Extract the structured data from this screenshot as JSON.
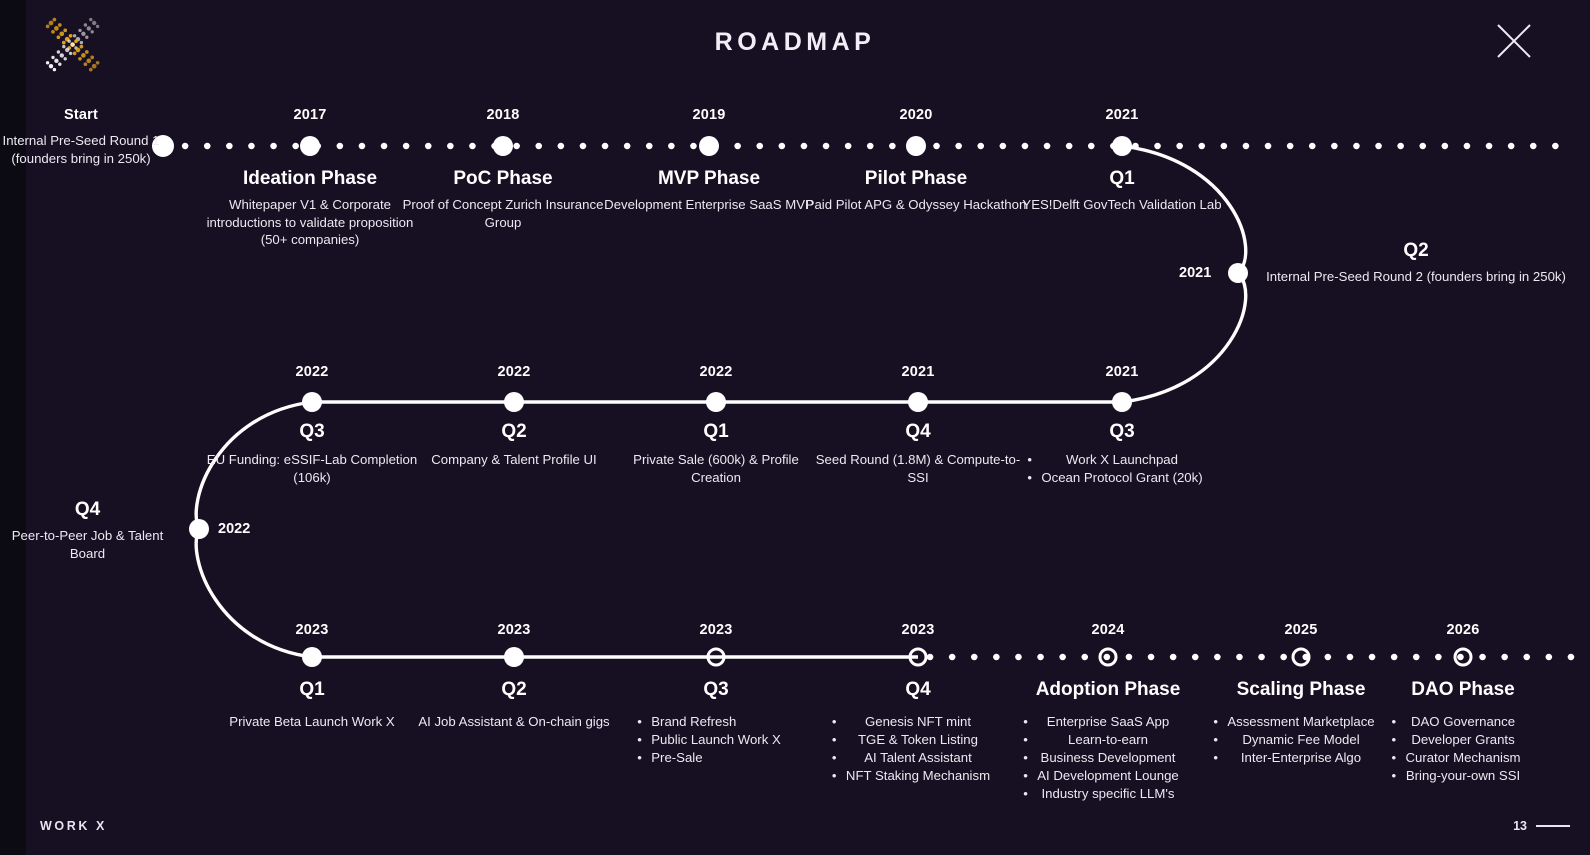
{
  "header": {
    "title": "ROADMAP",
    "logo_name": "work-x-halftone-x-logo",
    "close_label": "close-icon"
  },
  "footer": {
    "brand": "WORK X",
    "page_number": "13"
  },
  "colors": {
    "background": "#170f22",
    "edge_strip": "#0c0a12",
    "text": "#ffffff",
    "body_text": "#ece9f2",
    "line": "#ffffff",
    "logo_gold": "#e8a81c",
    "logo_white": "#ffffff"
  },
  "rows": {
    "row1": {
      "line_style": "dotted",
      "milestones": [
        {
          "year": "Start",
          "heading": "",
          "body": "Internal Pre-Seed Round 1 (founders bring in 250k)",
          "node": "filled"
        },
        {
          "year": "2017",
          "heading": "Ideation Phase",
          "body": "Whitepaper V1 & Corporate introductions to validate proposition (50+ companies)",
          "node": "filled"
        },
        {
          "year": "2018",
          "heading": "PoC Phase",
          "body": "Proof of Concept Zurich Insurance Group",
          "node": "filled"
        },
        {
          "year": "2019",
          "heading": "MVP Phase",
          "body": "Development Enterprise SaaS MVP",
          "node": "filled"
        },
        {
          "year": "2020",
          "heading": "Pilot Phase",
          "body": "Paid Pilot APG & Odyssey Hackathon",
          "node": "filled"
        },
        {
          "year": "2021",
          "heading": "Q1",
          "body": "YES!Delft GovTech Validation Lab",
          "node": "filled"
        }
      ]
    },
    "connector_right": {
      "year": "2021",
      "heading": "Q2",
      "body": "Internal Pre-Seed Round 2 (founders bring in 250k)",
      "node": "filled"
    },
    "row2": {
      "line_style": "solid",
      "milestones": [
        {
          "year": "2022",
          "heading": "Q3",
          "body": "EU Funding: eSSIF-Lab Completion (106k)",
          "node": "filled"
        },
        {
          "year": "2022",
          "heading": "Q2",
          "body": "Company & Talent Profile UI",
          "node": "filled"
        },
        {
          "year": "2022",
          "heading": "Q1",
          "body": "Private Sale (600k) & Profile Creation",
          "node": "filled"
        },
        {
          "year": "2021",
          "heading": "Q4",
          "body": "Seed Round (1.8M) & Compute-to-SSI",
          "node": "filled"
        },
        {
          "year": "2021",
          "heading": "Q3",
          "bullets": [
            "Work X Launchpad",
            "Ocean Protocol Grant (20k)"
          ],
          "node": "filled"
        }
      ]
    },
    "connector_left": {
      "year": "2022",
      "heading": "Q4",
      "body": "Peer-to-Peer Job & Talent Board",
      "node": "filled"
    },
    "row3": {
      "line_style": "solid-then-dotted",
      "milestones": [
        {
          "year": "2023",
          "heading": "Q1",
          "body": "Private Beta Launch Work X",
          "node": "filled"
        },
        {
          "year": "2023",
          "heading": "Q2",
          "body": "AI Job Assistant & On-chain gigs",
          "node": "filled"
        },
        {
          "year": "2023",
          "heading": "Q3",
          "bullets": [
            "Brand Refresh",
            "Public Launch Work X",
            "Pre-Sale"
          ],
          "node": "hollow"
        },
        {
          "year": "2023",
          "heading": "Q4",
          "bullets": [
            "Genesis NFT mint",
            "TGE & Token Listing",
            "AI Talent Assistant",
            "NFT Staking Mechanism"
          ],
          "node": "hollow"
        },
        {
          "year": "2024",
          "heading": "Adoption Phase",
          "bullets": [
            "Enterprise SaaS App",
            "Learn-to-earn",
            "Business Development",
            "AI Development Lounge",
            "Industry specific LLM's"
          ],
          "node": "hollow"
        },
        {
          "year": "2025",
          "heading": "Scaling Phase",
          "bullets": [
            "Assessment Marketplace",
            "Dynamic Fee Model",
            "Inter-Enterprise Algo"
          ],
          "node": "hollow"
        },
        {
          "year": "2026",
          "heading": "DAO Phase",
          "bullets": [
            "DAO Governance",
            "Developer Grants",
            "Curator Mechanism",
            "Bring-your-own SSI"
          ],
          "node": "hollow"
        }
      ]
    }
  }
}
